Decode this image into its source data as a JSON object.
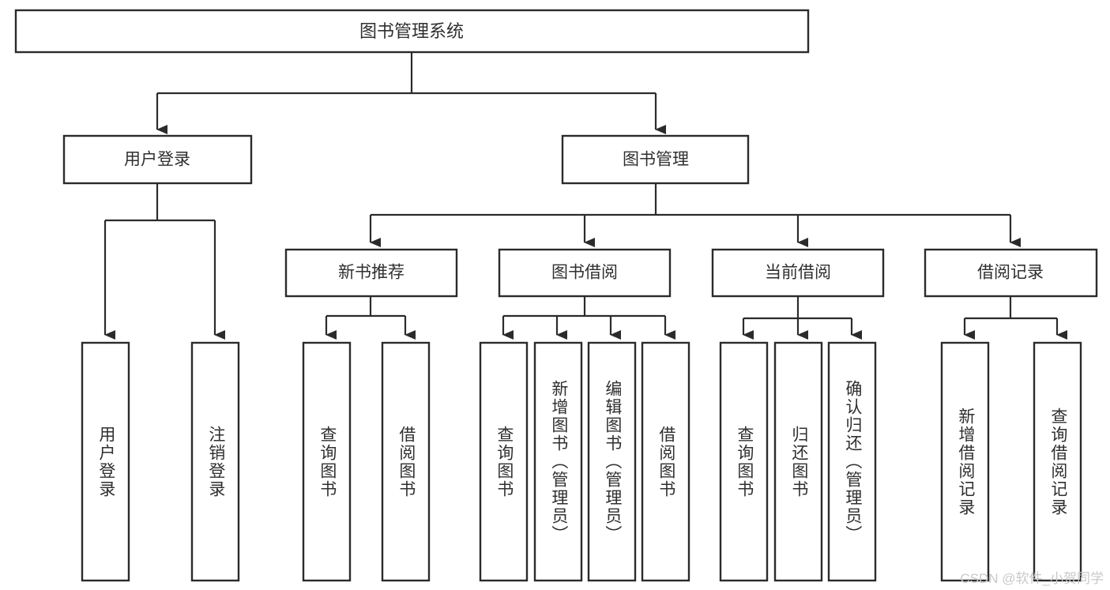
{
  "diagram": {
    "title": "图书管理系统",
    "type": "hierarchy-tree",
    "colors": {
      "box_stroke": "#2b2b2b",
      "box_fill": "#ffffff",
      "text": "#2f2f2f",
      "connector": "#2b2b2b",
      "watermark": "#c9c9c9",
      "background": "#ffffff"
    },
    "root": {
      "label": "图书管理系统"
    },
    "level2": [
      {
        "label": "用户登录"
      },
      {
        "label": "图书管理"
      }
    ],
    "level3": [
      {
        "label": "新书推荐"
      },
      {
        "label": "图书借阅"
      },
      {
        "label": "当前借阅"
      },
      {
        "label": "借阅记录"
      }
    ],
    "leaves": {
      "user_login": [
        {
          "label": "用户登录"
        },
        {
          "label": "注销登录"
        }
      ],
      "new_book_recommend": [
        {
          "label": "查询图书"
        },
        {
          "label": "借阅图书"
        }
      ],
      "book_borrow": [
        {
          "label": "查询图书"
        },
        {
          "label": "新增图书（管理员）"
        },
        {
          "label": "编辑图书（管理员）"
        },
        {
          "label": "借阅图书"
        }
      ],
      "current_borrow": [
        {
          "label": "查询图书"
        },
        {
          "label": "归还图书"
        },
        {
          "label": "确认归还（管理员）"
        }
      ],
      "borrow_record": [
        {
          "label": "新增借阅记录"
        },
        {
          "label": "查询借阅记录"
        }
      ]
    },
    "watermark": "CSDN @软件_小贺同学"
  }
}
